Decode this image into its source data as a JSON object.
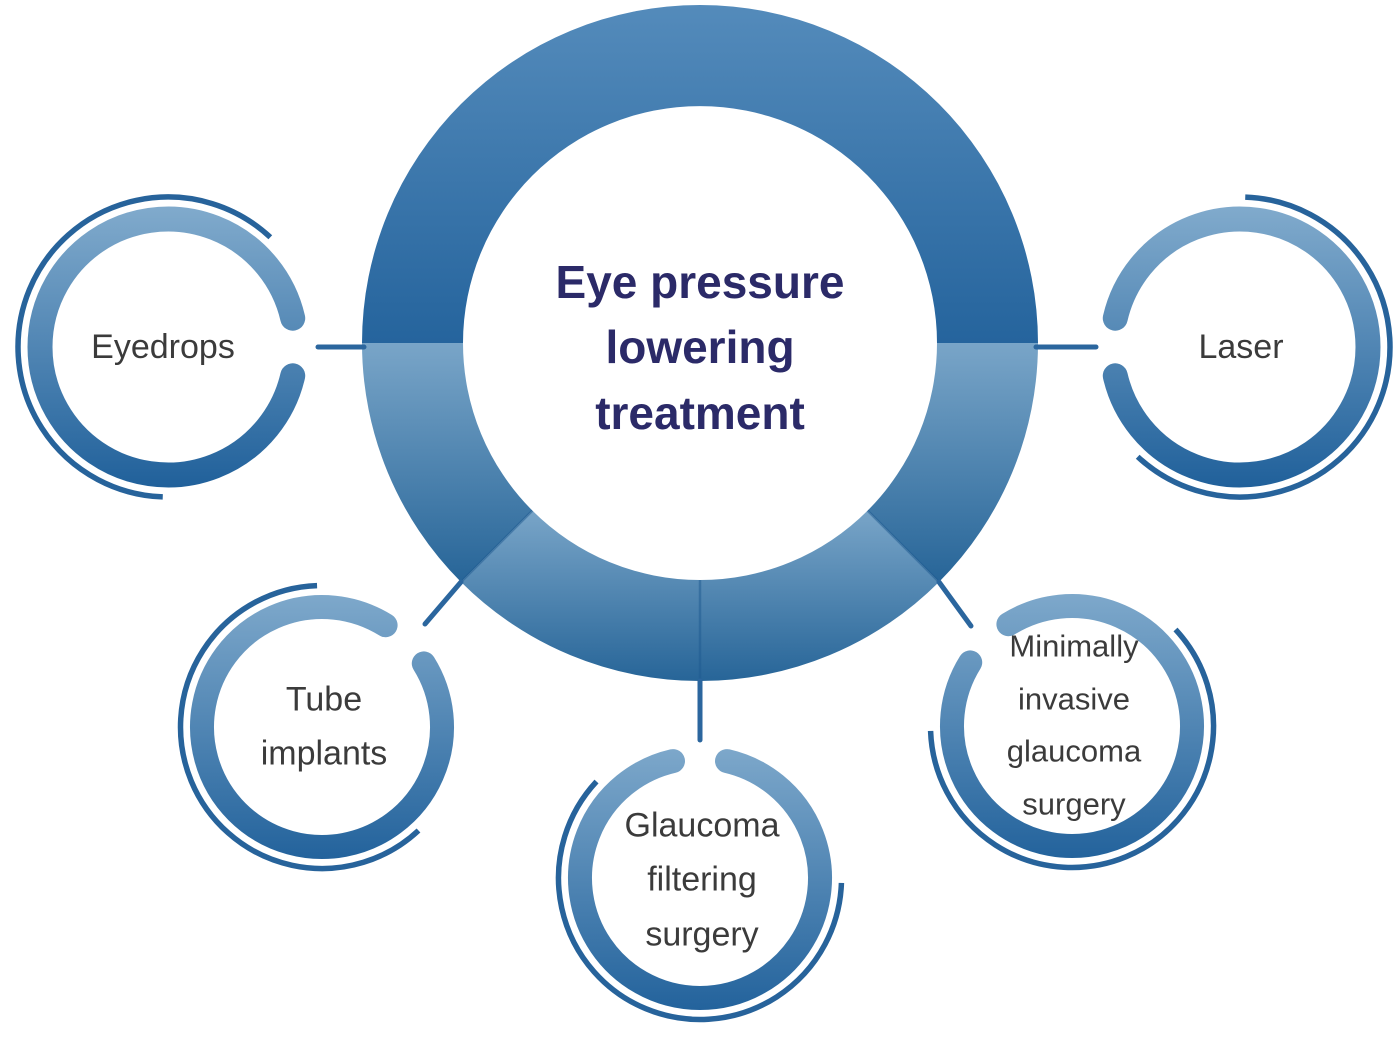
{
  "title": "Eye pressure lowering treatment diagram",
  "center": {
    "label": "Eye pressure lowering treatment",
    "lines": [
      "Eye pressure",
      "lowering",
      "treatment"
    ]
  },
  "satellites": [
    {
      "id": "eyedrops",
      "label": "Eyedrops",
      "lines": [
        "Eyedrops"
      ]
    },
    {
      "id": "laser",
      "label": "Laser",
      "lines": [
        "Laser"
      ]
    },
    {
      "id": "tube-implants",
      "label": "Tube implants",
      "lines": [
        "Tube",
        "implants"
      ]
    },
    {
      "id": "glaucoma-filtering-surgery",
      "label": "Glaucoma filtering surgery",
      "lines": [
        "Glaucoma",
        "filtering",
        "surgery"
      ]
    },
    {
      "id": "minimally-invasive-glaucoma-surgery",
      "label": "Minimally invasive glaucoma surgery",
      "lines": [
        "Minimally",
        "invasive",
        "glaucoma",
        "surgery"
      ]
    }
  ],
  "colors": {
    "ring_top_light": "#548bbb",
    "ring_top_dark": "#25649d",
    "ring_side_light": "#79a5c8",
    "ring_side_dark": "#276598",
    "satellite_light": "#84adce",
    "satellite_dark": "#1d5e99",
    "thin_arc": "#27639b",
    "connector": "#2b669e",
    "seam": "#1e5a8f",
    "center_text": "#2b2a68",
    "label_text": "#3b3b3b",
    "background": "#ffffff"
  }
}
